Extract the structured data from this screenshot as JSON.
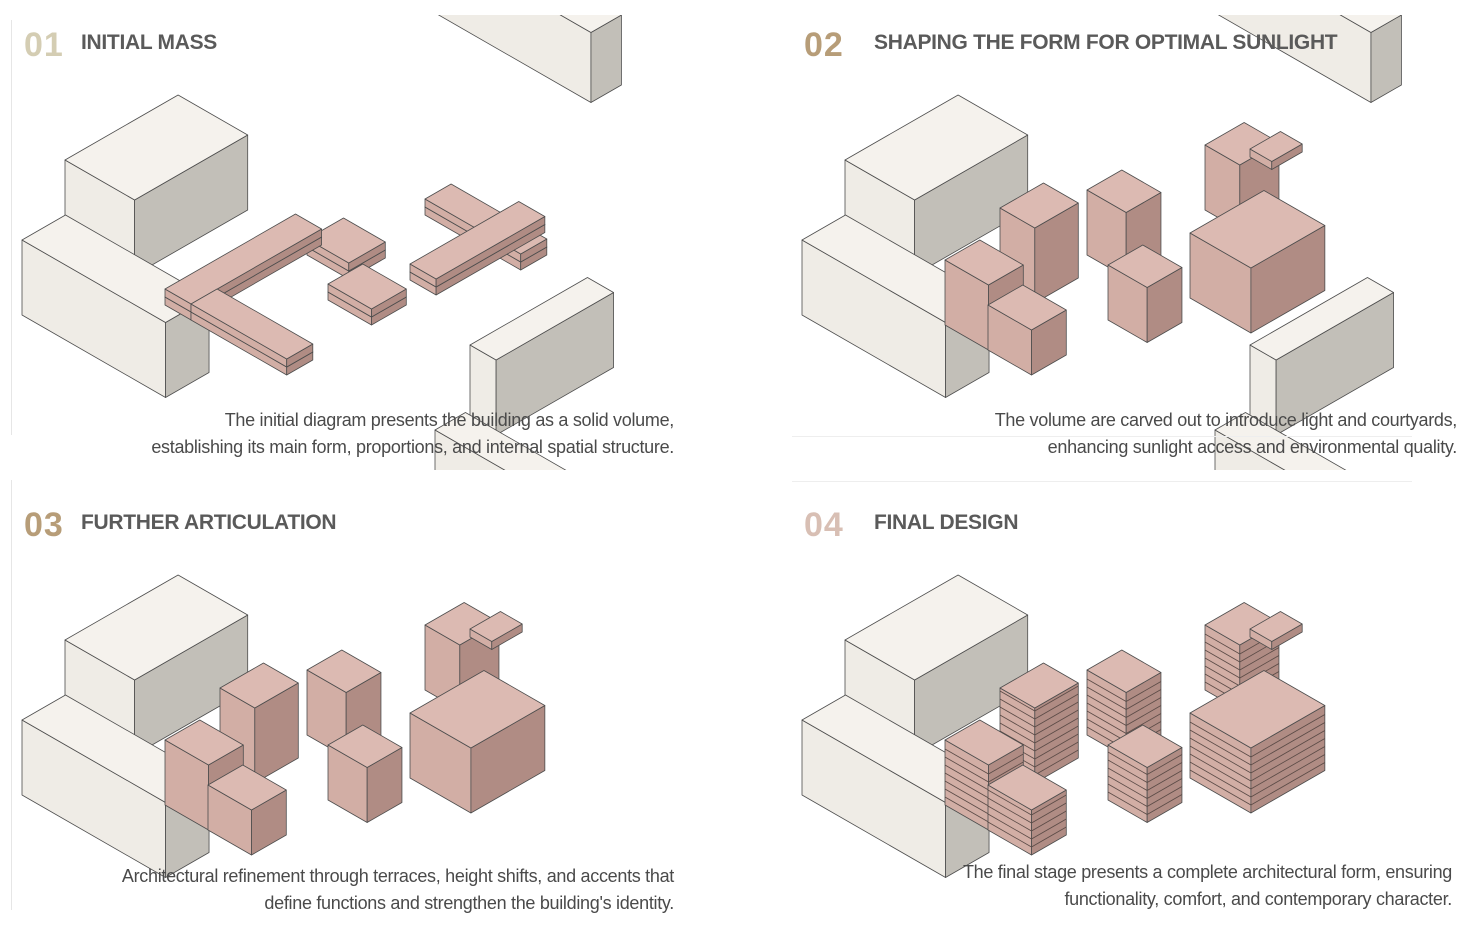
{
  "colors": {
    "pink_top": "#dcbab2",
    "pink_left": "#d2aea5",
    "pink_right": "#b08c84",
    "cream_top": "#f5f2ed",
    "cream_left": "#efece6",
    "cream_right": "#c2bfb8",
    "title": "#5a5a5a",
    "text": "#4a4a4a"
  },
  "panels": [
    {
      "number": "01",
      "number_color": "#d4cdb3",
      "title": "INITIAL MASS",
      "desc": [
        "The initial diagram presents the building as a solid volume,",
        "establishing its main form, proportions, and internal spatial structure."
      ]
    },
    {
      "number": "02",
      "number_color": "#b79d78",
      "title": "SHAPING THE FORM FOR OPTIMAL SUNLIGHT",
      "desc": [
        "The volume are carved out to introduce light and courtyards,",
        "enhancing sunlight access and environmental quality."
      ]
    },
    {
      "number": "03",
      "number_color": "#b79d78",
      "title": "FURTHER ARTICULATION",
      "desc": [
        "Architectural refinement through terraces, height shifts, and accents that",
        "define functions and strengthen the building's identity."
      ]
    },
    {
      "number": "04",
      "number_color": "#d8bfb4",
      "title": "FINAL DESIGN",
      "desc": [
        "The final stage presents a complete architectural form, ensuring",
        "functionality, comfort, and contemporary character."
      ]
    }
  ]
}
